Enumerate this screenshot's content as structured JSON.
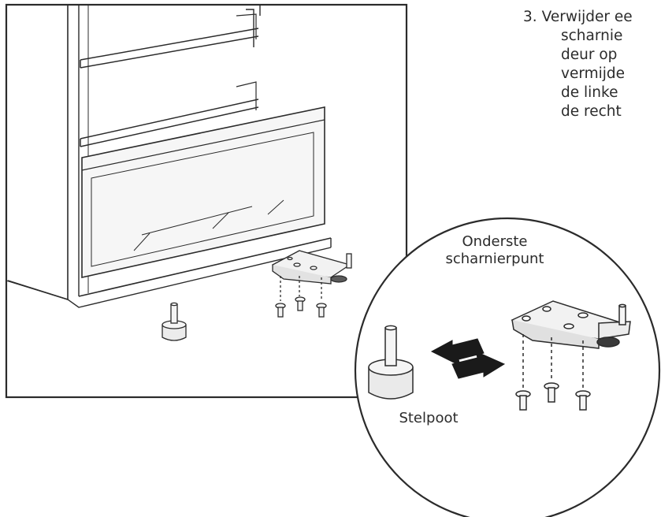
{
  "instruction": {
    "step_number": "3.",
    "lines": [
      "Verwijder ee",
      "scharnie",
      "deur op",
      "vermijde",
      "de linke",
      "de recht"
    ]
  },
  "labels": {
    "hinge_line1": "Onderste",
    "hinge_line2": "scharnierpunt",
    "foot": "Stelpoot"
  },
  "colors": {
    "line": "#2b2b2b",
    "drawer_fill": "#f2f2f2",
    "part_fill": "#e6e6e6",
    "arrow": "#1a1a1a",
    "dark_part": "#3a3a3a"
  }
}
